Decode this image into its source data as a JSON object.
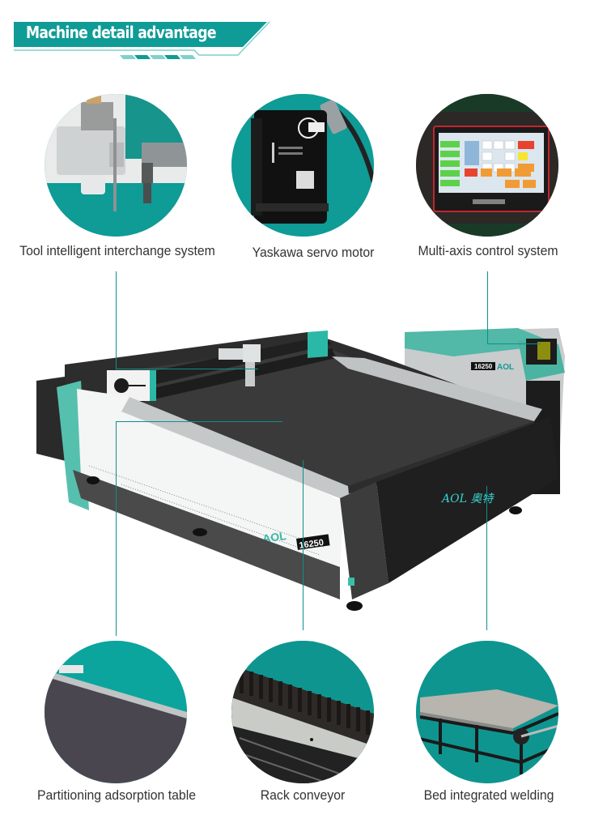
{
  "header": {
    "title": "Machine detail advantage"
  },
  "colors": {
    "accent": "#0f9b96",
    "accent_light": "#7fd1cc",
    "line": "#0f8e8c",
    "caption_text": "#333333"
  },
  "features_top": [
    {
      "label": "Tool intelligent interchange system",
      "icon": "cutting-tool-head"
    },
    {
      "label": "Yaskawa servo motor",
      "icon": "servo-motor"
    },
    {
      "label": "Multi-axis control system",
      "icon": "control-touchscreen"
    }
  ],
  "features_bottom": [
    {
      "label": "Partitioning adsorption table",
      "icon": "adsorption-table"
    },
    {
      "label": "Rack conveyor",
      "icon": "rack-conveyor"
    },
    {
      "label": "Bed integrated welding",
      "icon": "welded-bed-frame"
    }
  ],
  "machine": {
    "model_side": "AOL-16250",
    "model_side_brand": "AOL",
    "model_side_number": "16250",
    "model_cabinet_number": "16250",
    "model_cabinet_brand": "AOL",
    "gantry_logo": "AOL",
    "front_logo": "AOL 奥特"
  }
}
